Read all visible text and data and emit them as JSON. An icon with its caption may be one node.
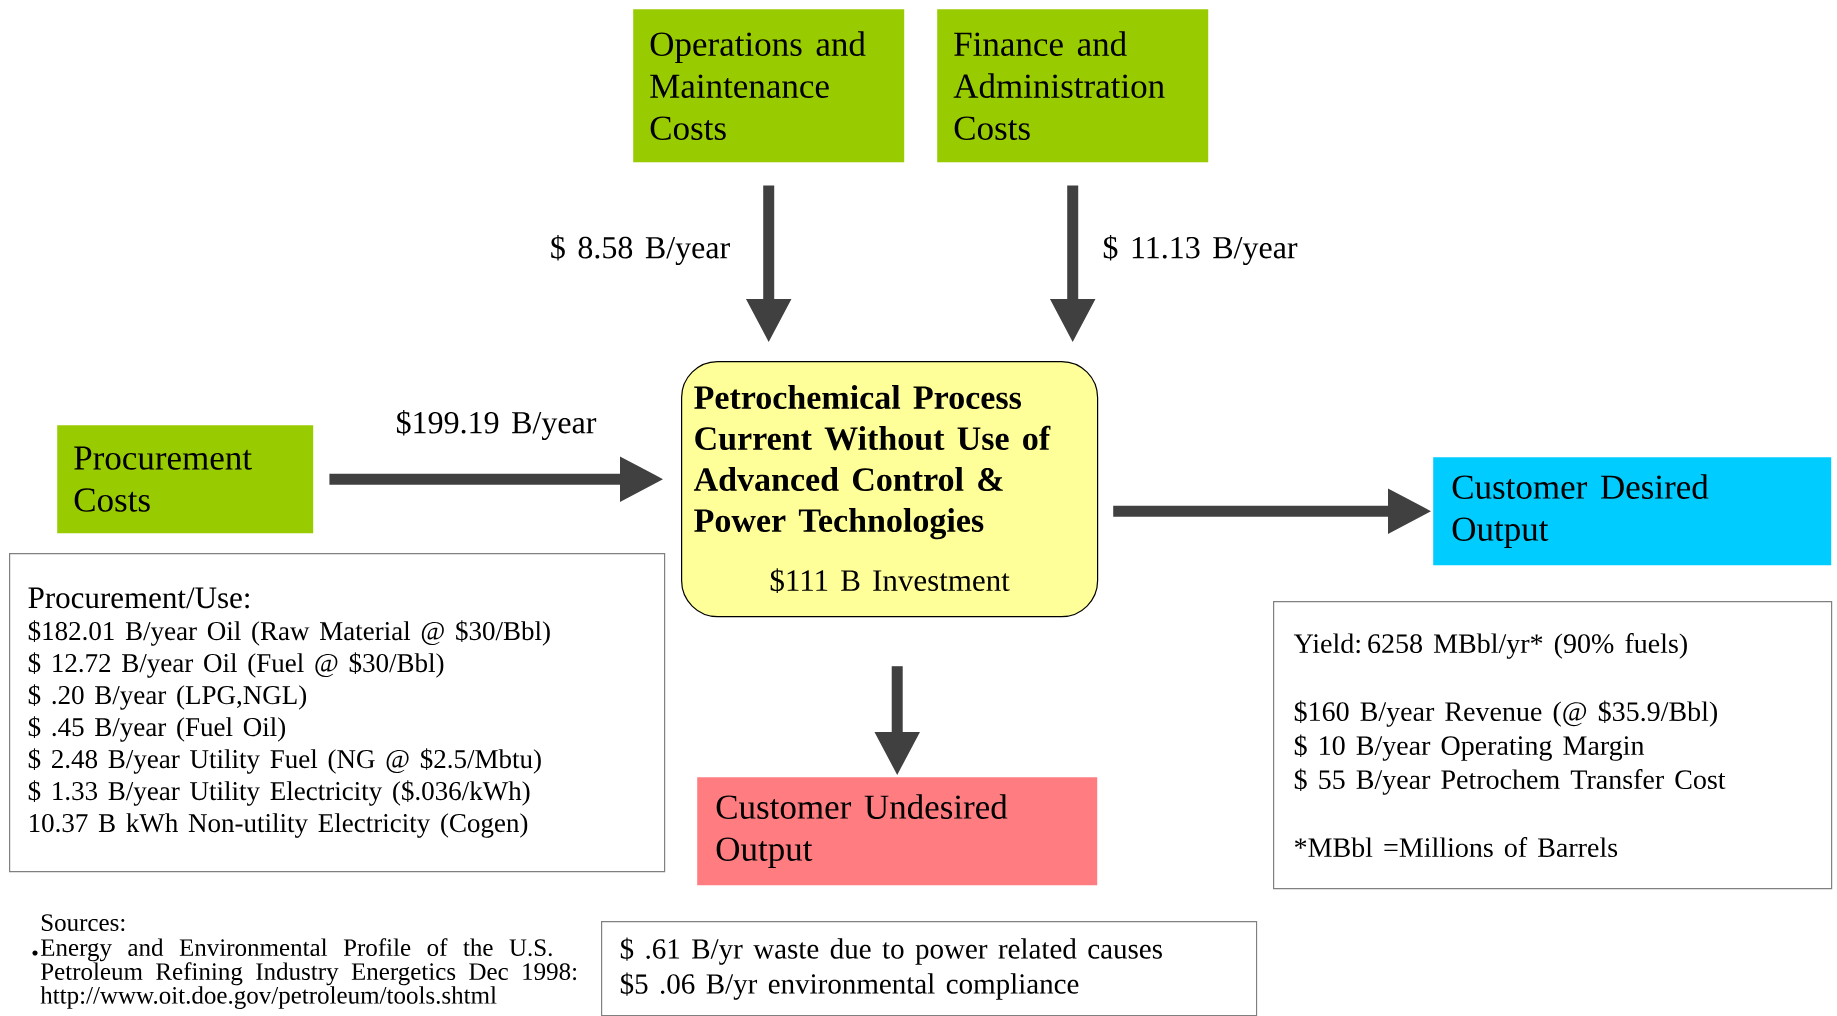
{
  "diagram": {
    "nodes": [
      {
        "text": [
          "Operations and Maintenance Costs"
        ]
      },
      {
        "text": [
          "Finance and Administration Costs"
        ]
      },
      {
        "text": [
          "Procurement Costs"
        ]
      },
      {
        "text": [
          "Petrochemical Process Current Without Use of Advanced Control & Power Technologies",
          "$111 B Investment"
        ]
      },
      {
        "text": [
          "Customer Desired Output"
        ]
      },
      {
        "text": [
          "Customer Undesired Output"
        ]
      },
      {
        "text": [
          "Procurement/Use:",
          "$182.01 B/year Oil (Raw Material @ $30/Bbl)",
          "$ 12.72 B/year Oil (Fuel @ $30/Bbl)",
          "$ .20 B/year (LPG,NGL)",
          "$ .45 B/year (Fuel Oil)",
          "$ 2.48 B/year Utility Fuel (NG @ $2.5/Mbtu)",
          "$ 1.33 B/year Utility Electricity ($.036/kWh)",
          "10.37 B kWh Non-utility Electricity (Cogen)"
        ]
      },
      {
        "text": [
          "Yield: 6258 MBbl/yr* (90% fuels)",
          "$160 B/year Revenue (@ $35.9/Bbl)",
          "$ 10 B/year Operating Margin",
          "$ 55 B/year Petrochem Transfer Cost",
          "*MBbl =Millions of Barrels"
        ]
      },
      {
        "text": [
          "$ .61 B/yr waste due to power related causes",
          "$5 .06 B/yr environmental compliance"
        ]
      }
    ],
    "edges": [
      {
        "from": 0,
        "to": 3,
        "arrow": "to",
        "label": "$ 8.58 B/year"
      },
      {
        "from": 1,
        "to": 3,
        "arrow": "to",
        "label": "$ 11.13 B/year"
      },
      {
        "from": 2,
        "to": 3,
        "arrow": "to",
        "label": "$199.19 B/year"
      },
      {
        "from": 3,
        "to": 4,
        "arrow": "to"
      },
      {
        "from": 3,
        "to": 5,
        "arrow": "to"
      }
    ],
    "labels": [
      "Sources:",
      "Energy and Environmental Profile of the U.S. Petroleum Refining Industry Energetics Dec 1998: http://www.oit.doe.gov/petroleum/tools.shtml"
    ]
  }
}
